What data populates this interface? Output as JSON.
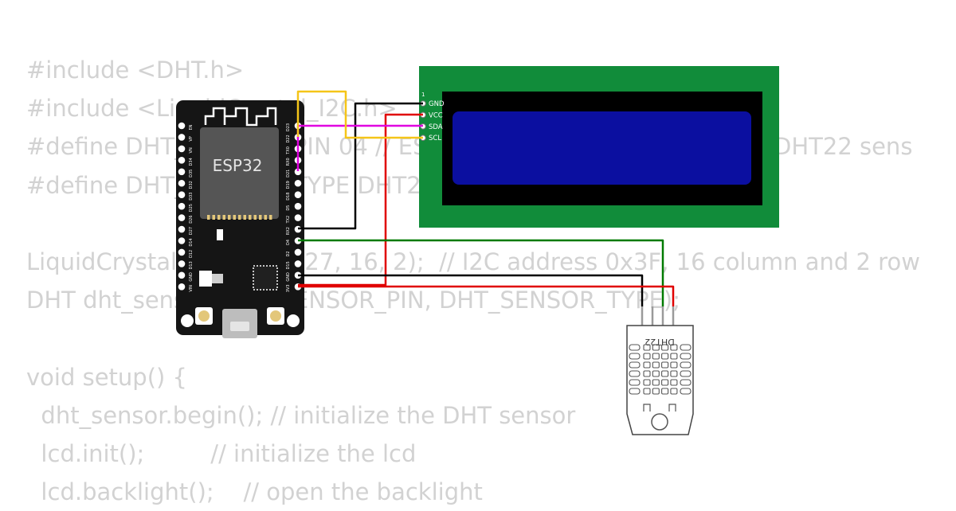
{
  "code_lines": [
    "#include <DHT.h>",
    "#include <LiquidCrystal_I2C.h>",
    "#define DHT_SENSOR_PIN 04 // ESP32 pin GPIO04 connected to DHT22 sens",
    "#define DHT_SENSOR_TYPE DHT22",
    "",
    "LiquidCrystal_I2C lcd(0x27, 16, 2);  // I2C address 0x3F, 16 column and 2 row",
    "DHT dht_sensor(DHT_SENSOR_PIN, DHT_SENSOR_TYPE);",
    "",
    "void setup() {",
    "  dht_sensor.begin(); // initialize the DHT sensor",
    "  lcd.init();         // initialize the lcd",
    "  lcd.backlight();    // open the backlight"
  ],
  "esp32": {
    "label": "ESP32",
    "left_pins": [
      "EN",
      "VP",
      "VN",
      "D34",
      "D35",
      "D32",
      "D33",
      "D25",
      "D26",
      "D27",
      "D14",
      "D12",
      "D13",
      "GND",
      "VIN"
    ],
    "right_pins": [
      "D23",
      "D22",
      "TX0",
      "RX0",
      "D21",
      "D19",
      "D18",
      "D5",
      "TX2",
      "RX2",
      "D4",
      "D2",
      "D15",
      "GND",
      "3V3"
    ]
  },
  "lcd": {
    "pin_number": "1",
    "pins": [
      "GND",
      "VCC",
      "SDA",
      "SCL"
    ]
  },
  "dht22": {
    "label": "DHT22"
  },
  "colors": {
    "code_text": "#d2d2d2",
    "wire_gnd": "#000000",
    "wire_vcc": "#e00000",
    "wire_data": "#007a00",
    "wire_sda": "#e000e0",
    "wire_scl": "#f5c518",
    "lcd_pcb": "#118c3a",
    "lcd_screen": "#0b0fa0",
    "esp_board": "#151515"
  }
}
